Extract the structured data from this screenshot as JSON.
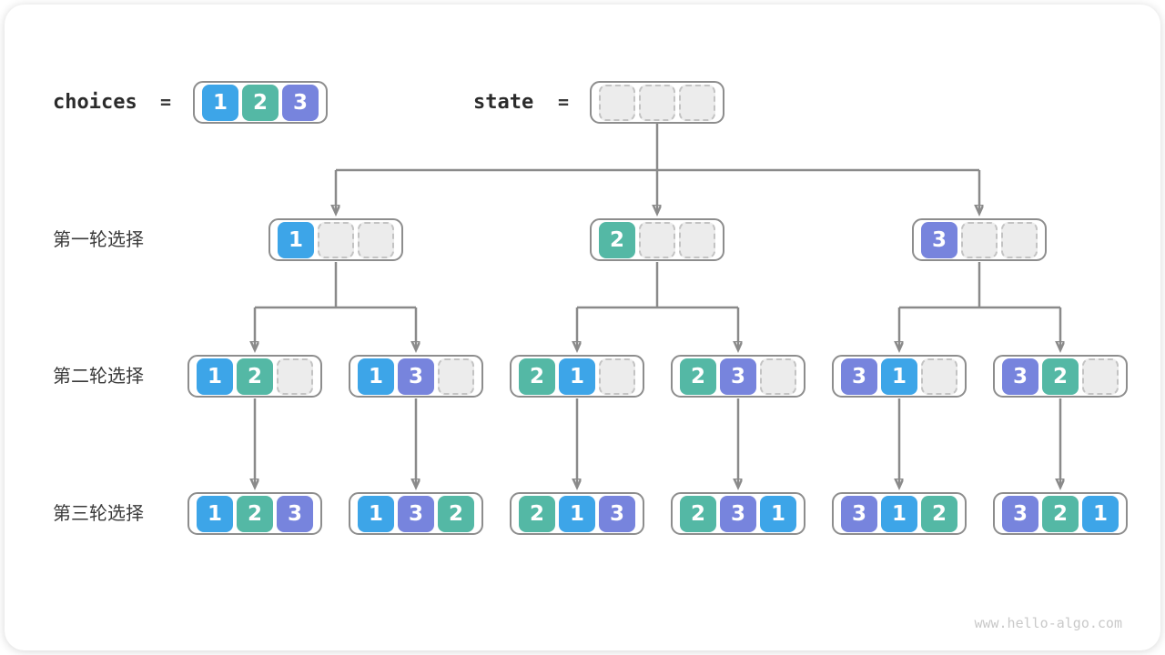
{
  "colors": {
    "1": "#3da5e8",
    "2": "#54b8a5",
    "3": "#7784dd"
  },
  "arrow_color": "#8a8a8a",
  "header": {
    "choices_label": "choices",
    "equals": "=",
    "choices_values": [
      1,
      2,
      3
    ],
    "state_label": "state",
    "state_values": [
      null,
      null,
      null
    ]
  },
  "levels": [
    {
      "label": "第一轮选择",
      "nodes": [
        [
          1,
          null,
          null
        ],
        [
          2,
          null,
          null
        ],
        [
          3,
          null,
          null
        ]
      ]
    },
    {
      "label": "第二轮选择",
      "nodes": [
        [
          1,
          2,
          null
        ],
        [
          1,
          3,
          null
        ],
        [
          2,
          1,
          null
        ],
        [
          2,
          3,
          null
        ],
        [
          3,
          1,
          null
        ],
        [
          3,
          2,
          null
        ]
      ]
    },
    {
      "label": "第三轮选择",
      "nodes": [
        [
          1,
          2,
          3
        ],
        [
          1,
          3,
          2
        ],
        [
          2,
          1,
          3
        ],
        [
          2,
          3,
          1
        ],
        [
          3,
          1,
          2
        ],
        [
          3,
          2,
          1
        ]
      ]
    }
  ],
  "watermark": "www.hello-algo.com"
}
